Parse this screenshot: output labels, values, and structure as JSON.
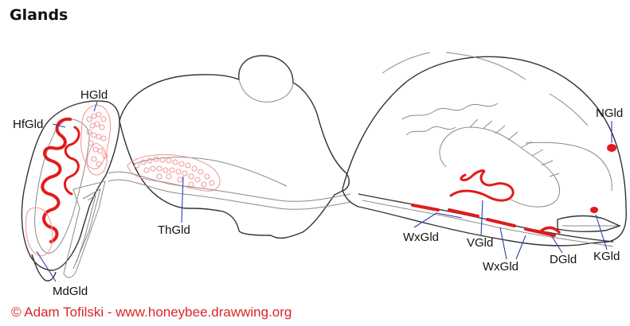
{
  "title": "Glands",
  "labels": {
    "hgld": "HGld",
    "hfgld": "HfGld",
    "mdgld": "MdGld",
    "thgld": "ThGld",
    "wxgld_left": "WxGld",
    "vgld": "VGld",
    "wxgld_right": "WxGld",
    "dgld": "DGld",
    "kgld": "KGld",
    "ngld": "NGld"
  },
  "copyright": "© Adam Tofilski - www.honeybee.drawwing.org",
  "colors": {
    "gland": "#e11b1b",
    "leader": "#2a3fb0",
    "copyright": "#d9262a",
    "outline": "#333333"
  }
}
